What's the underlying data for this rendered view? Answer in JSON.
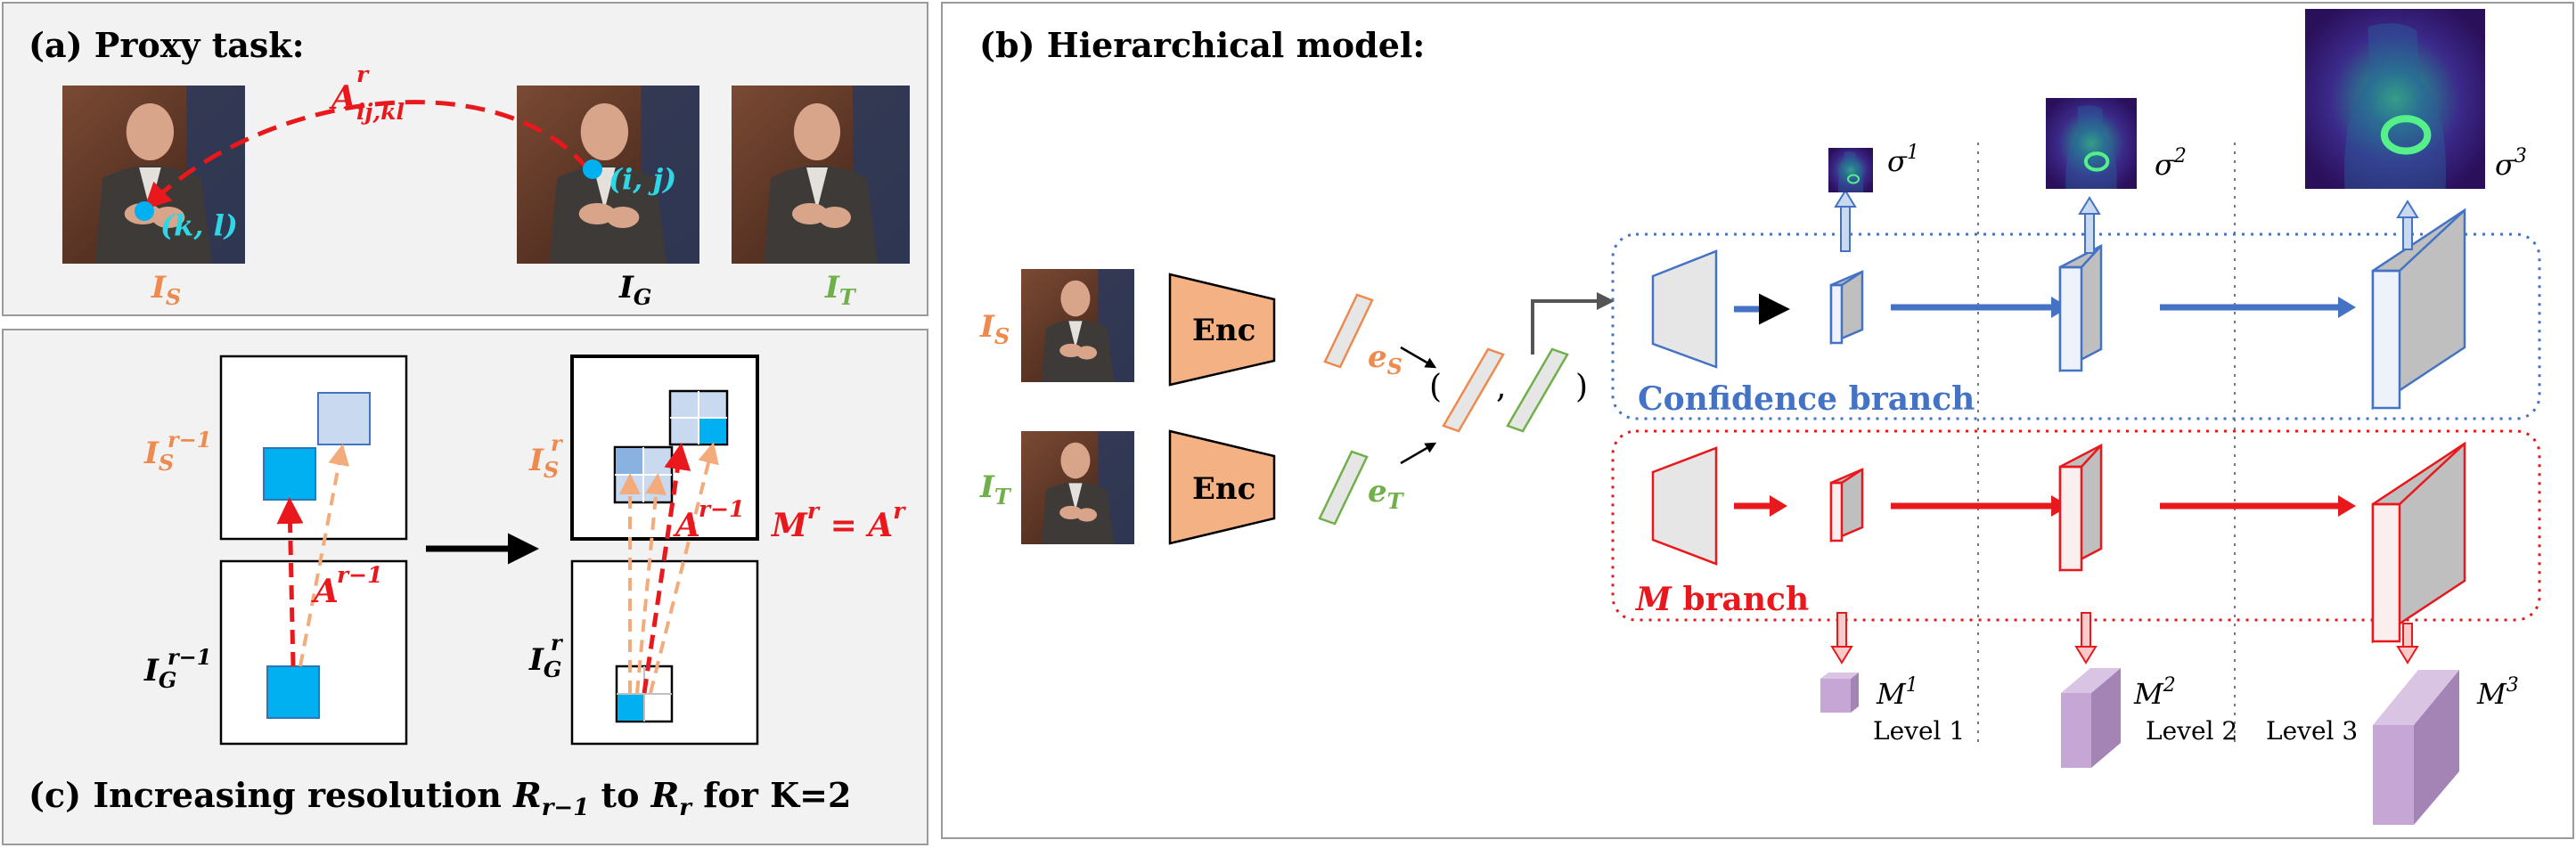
{
  "panel_a": {
    "title": "(a) Proxy task:",
    "arc_label": "A",
    "arc_label_sup": "r",
    "arc_label_sub": "ij,kl",
    "point_s": "(k, l)",
    "point_g": "(i, j)",
    "img_s": "I",
    "img_s_sub": "S",
    "img_g": "I",
    "img_g_sub": "G",
    "img_t": "I",
    "img_t_sub": "T"
  },
  "panel_b": {
    "title": "(b) Hierarchical model:",
    "enc_label": "Enc",
    "in_s": "I",
    "in_s_sub": "S",
    "in_t": "I",
    "in_t_sub": "T",
    "emb_s": "e",
    "emb_s_sub": "S",
    "emb_t": "e",
    "emb_t_sub": "T",
    "paren_open": "(",
    "comma": ",",
    "paren_close": ")",
    "confidence_branch": "Confidence branch",
    "m_branch_m": "M",
    "m_branch_rest": " branch",
    "sigma": "σ",
    "sup_1": "1",
    "sup_2": "2",
    "sup_3": "3",
    "m_out": "M",
    "level_1": "Level 1",
    "level_2": "Level 2",
    "level_3": "Level 3"
  },
  "panel_c": {
    "title_main": "(c) Increasing resolution ",
    "title_r": "R",
    "title_sub1": "r−1",
    "title_to": " to ",
    "title_sub2": "r",
    "title_end": " for K=2",
    "i": "I",
    "s": "S",
    "g": "G",
    "sup_rm1": "r−1",
    "sup_r": "r",
    "a": "A",
    "m": "M",
    "eq": " = "
  },
  "colors": {
    "red": "#e8181c",
    "orange": "#f4ab7b",
    "orange_text": "#ee8a4e",
    "green": "#6fb04a",
    "blue": "#4472c4",
    "cyan": "#00b0f0",
    "cyan_text": "#2ed6e6",
    "lilac": "#c6a6d4",
    "panel_bg": "#f2f2f2"
  }
}
